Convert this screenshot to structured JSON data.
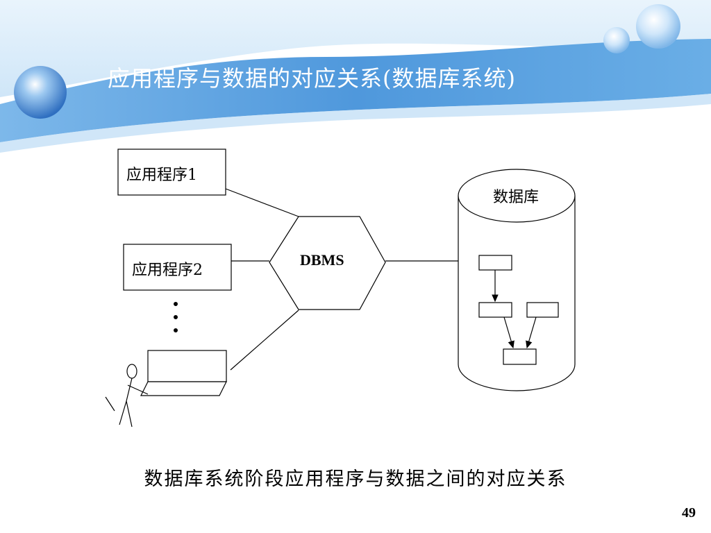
{
  "slide": {
    "title": "应用程序与数据的对应关系(数据库系统)",
    "page_number": "49"
  },
  "diagram": {
    "app1_label": "应用程序1",
    "app2_label": "应用程序2",
    "dbms_label": "DBMS",
    "database_label": "数据库"
  },
  "caption": "数据库系统阶段应用程序与数据之间的对应关系",
  "colors": {
    "header_blue": "#5aa3e0",
    "header_light": "#d8ecfa"
  }
}
